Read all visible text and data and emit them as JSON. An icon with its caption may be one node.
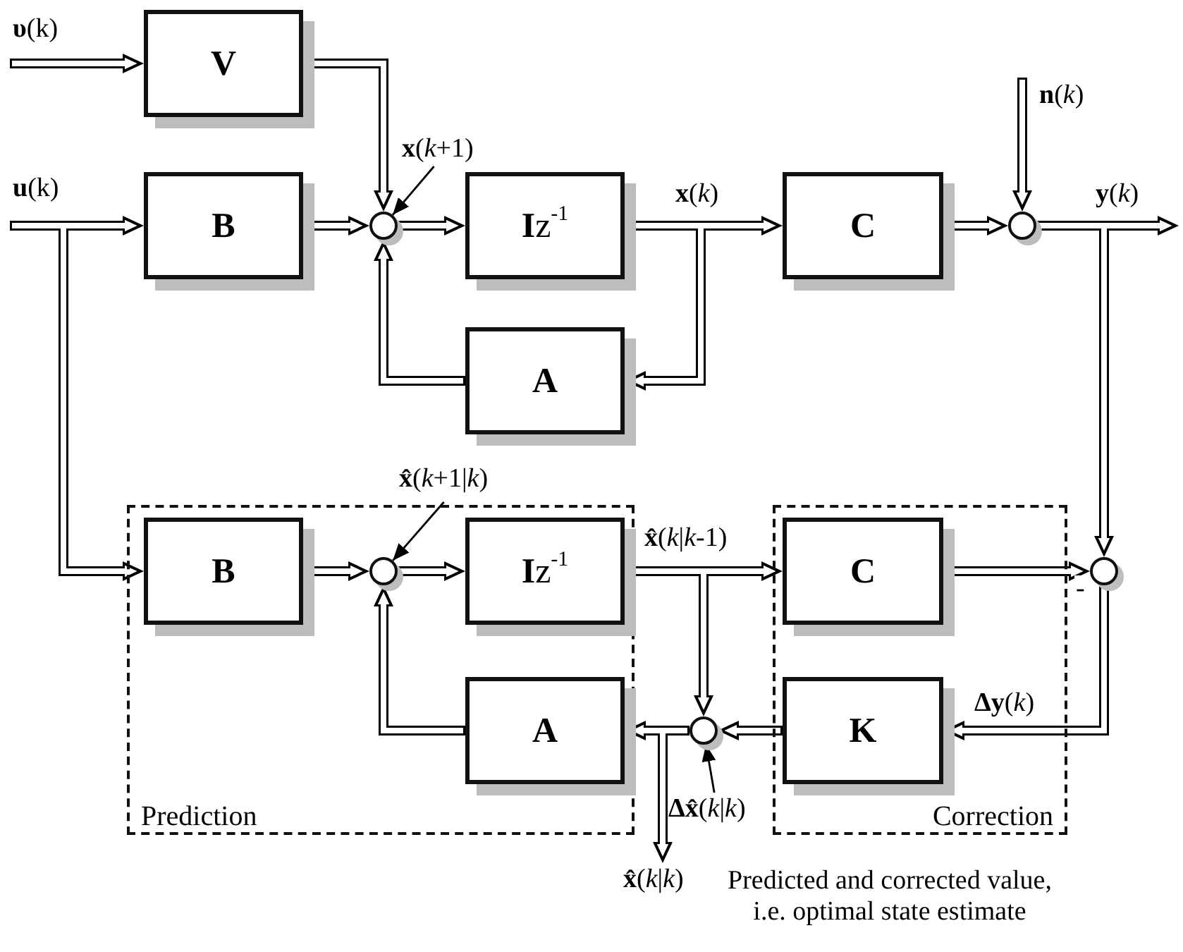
{
  "diagram": {
    "nodes": [
      {
        "text": [
          "V"
        ]
      },
      {
        "text": [
          "B"
        ]
      },
      {
        "text": [],
        "shape": "circle"
      },
      {
        "text": [
          "**I**z$^{-1}$"
        ]
      },
      {
        "text": [
          "C"
        ]
      },
      {
        "text": [],
        "shape": "circle"
      },
      {
        "text": [
          "A"
        ]
      },
      {
        "text": [
          "Prediction"
        ]
      },
      {
        "text": [
          "B"
        ],
        "in": 7
      },
      {
        "text": [],
        "shape": "circle",
        "in": 7
      },
      {
        "text": [
          "**I**z$^{-1}$"
        ],
        "in": 7
      },
      {
        "text": [
          "A"
        ],
        "in": 7
      },
      {
        "text": [
          "Correction"
        ]
      },
      {
        "text": [
          "C"
        ],
        "in": 12
      },
      {
        "text": [
          "K"
        ],
        "in": 12
      },
      {
        "text": [],
        "shape": "circle"
      },
      {
        "text": [],
        "shape": "circle"
      },
      {
        "text": [
          "**x**(*k*+1)"
        ]
      },
      {
        "text": [
          "**x̂**(*k*+1|*k*)"
        ]
      },
      {
        "text": [
          "**Δx̂**(*k*|*k*)"
        ]
      },
      {
        "text": [
          "**x̂**(*k*|*k*)",
          "Predicted and corrected value, i.e. optimal state estimate"
        ]
      }
    ],
    "edges": [
      {
        "from": null,
        "to": 0,
        "arrow": "to",
        "label": "**υ**(k)"
      },
      {
        "from": null,
        "to": 1,
        "arrow": "to",
        "label": "**u**(k)"
      },
      {
        "from": null,
        "to": 8,
        "arrow": "to"
      },
      {
        "from": 0,
        "to": 2,
        "arrow": "to"
      },
      {
        "from": 1,
        "to": 2,
        "arrow": "to"
      },
      {
        "from": 6,
        "to": 2,
        "arrow": "to"
      },
      {
        "from": 2,
        "to": 3,
        "arrow": "to"
      },
      {
        "from": 3,
        "to": 4,
        "arrow": "to",
        "label": "**x**(*k*)"
      },
      {
        "from": 3,
        "to": 6,
        "arrow": "to"
      },
      {
        "from": 4,
        "to": 5,
        "arrow": "to"
      },
      {
        "from": null,
        "to": 5,
        "arrow": "to",
        "label": "**n**(*k*)"
      },
      {
        "from": 5,
        "to": null,
        "arrow": "to",
        "label": "**y**(*k*)"
      },
      {
        "from": 5,
        "to": 15,
        "arrow": "to"
      },
      {
        "from": 8,
        "to": 9,
        "arrow": "to"
      },
      {
        "from": 11,
        "to": 9,
        "arrow": "to"
      },
      {
        "from": 9,
        "to": 10,
        "arrow": "to"
      },
      {
        "from": 10,
        "to": 13,
        "arrow": "to",
        "label": "**x̂**(*k*|*k*-1)"
      },
      {
        "from": 10,
        "to": 16,
        "arrow": "to"
      },
      {
        "from": 13,
        "to": 15,
        "arrow": "to"
      },
      {
        "from": 15,
        "to": 14,
        "arrow": "to",
        "label": "**Δy**(*k*)"
      },
      {
        "from": 14,
        "to": 16,
        "arrow": "to"
      },
      {
        "from": 16,
        "to": 11,
        "arrow": "to"
      },
      {
        "from": 16,
        "to": 20,
        "arrow": "to"
      },
      {
        "from": 17,
        "to": 2,
        "arrow": "to"
      },
      {
        "from": 18,
        "to": 9,
        "arrow": "to"
      },
      {
        "from": 19,
        "to": 16,
        "arrow": "to"
      }
    ],
    "labels": [
      "-"
    ]
  }
}
